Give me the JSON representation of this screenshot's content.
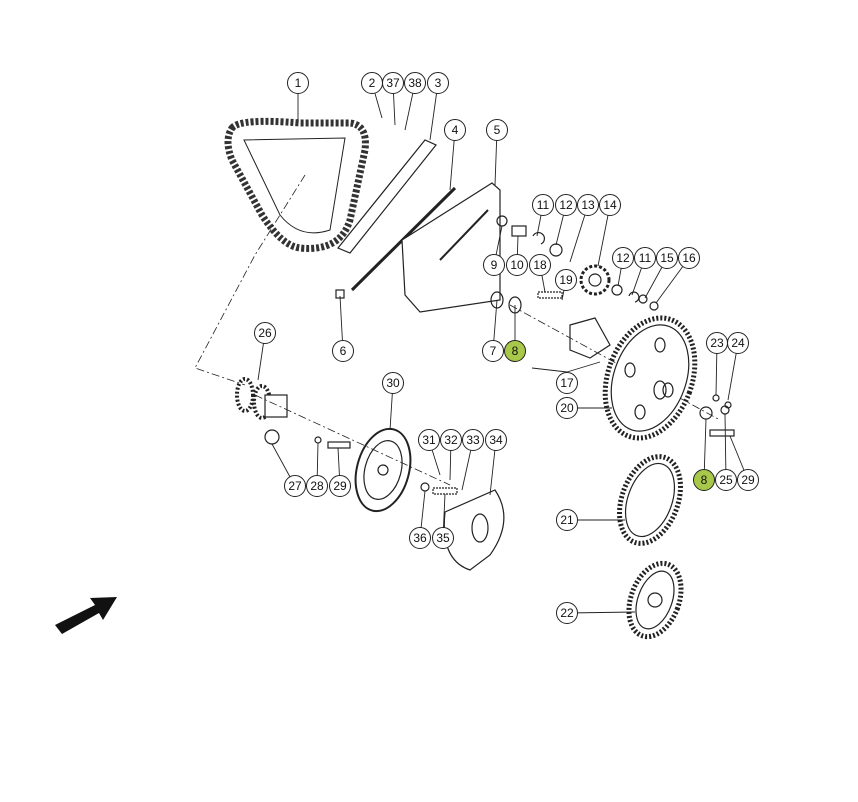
{
  "diagram": {
    "highlight_color": "#a8c84a",
    "callouts": [
      {
        "label": "1",
        "highlighted": false
      },
      {
        "label": "2",
        "highlighted": false
      },
      {
        "label": "37",
        "highlighted": false
      },
      {
        "label": "38",
        "highlighted": false
      },
      {
        "label": "3",
        "highlighted": false
      },
      {
        "label": "4",
        "highlighted": false
      },
      {
        "label": "5",
        "highlighted": false
      },
      {
        "label": "6",
        "highlighted": false
      },
      {
        "label": "7",
        "highlighted": false
      },
      {
        "label": "8",
        "highlighted": true
      },
      {
        "label": "9",
        "highlighted": false
      },
      {
        "label": "10",
        "highlighted": false
      },
      {
        "label": "18",
        "highlighted": false
      },
      {
        "label": "11",
        "highlighted": false
      },
      {
        "label": "12",
        "highlighted": false
      },
      {
        "label": "13",
        "highlighted": false
      },
      {
        "label": "14",
        "highlighted": false
      },
      {
        "label": "19",
        "highlighted": false
      },
      {
        "label": "12",
        "highlighted": false
      },
      {
        "label": "11",
        "highlighted": false
      },
      {
        "label": "15",
        "highlighted": false
      },
      {
        "label": "16",
        "highlighted": false
      },
      {
        "label": "17",
        "highlighted": false
      },
      {
        "label": "20",
        "highlighted": false
      },
      {
        "label": "23",
        "highlighted": false
      },
      {
        "label": "24",
        "highlighted": false
      },
      {
        "label": "26",
        "highlighted": false
      },
      {
        "label": "27",
        "highlighted": false
      },
      {
        "label": "28",
        "highlighted": false
      },
      {
        "label": "29",
        "highlighted": false
      },
      {
        "label": "30",
        "highlighted": false
      },
      {
        "label": "31",
        "highlighted": false
      },
      {
        "label": "32",
        "highlighted": false
      },
      {
        "label": "33",
        "highlighted": false
      },
      {
        "label": "34",
        "highlighted": false
      },
      {
        "label": "36",
        "highlighted": false
      },
      {
        "label": "35",
        "highlighted": false
      },
      {
        "label": "8",
        "highlighted": true
      },
      {
        "label": "25",
        "highlighted": false
      },
      {
        "label": "29",
        "highlighted": false
      },
      {
        "label": "21",
        "highlighted": false
      },
      {
        "label": "22",
        "highlighted": false
      }
    ]
  }
}
